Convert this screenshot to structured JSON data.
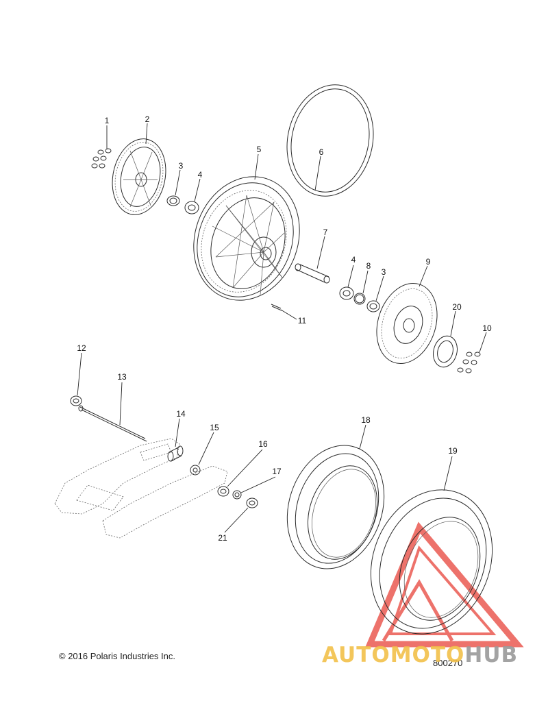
{
  "callouts": [
    "1",
    "2",
    "3",
    "4",
    "5",
    "6",
    "7",
    "4",
    "8",
    "3",
    "9",
    "20",
    "10",
    "11",
    "12",
    "13",
    "14",
    "15",
    "16",
    "17",
    "21",
    "18",
    "19"
  ],
  "footer": {
    "copyright": "© 2016 Polaris Industries Inc.",
    "drawing_number": "800270"
  },
  "watermark": {
    "brand_part1": "AUTOMOTO",
    "brand_part2": "HUB",
    "colors": {
      "triangle": "#e8443a",
      "brand_yellow": "#f2c04a",
      "brand_gray": "#9a9a9a"
    }
  }
}
